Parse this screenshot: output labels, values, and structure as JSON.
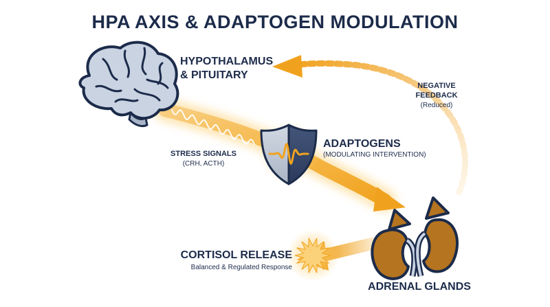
{
  "title": "HPA AXIS & ADAPTOGEN MODULATION",
  "nodes": {
    "hypothalamus": {
      "line1": "HYPOTHALAMUS",
      "line2": "& PITUITARY"
    },
    "adaptogens": {
      "name": "ADAPTOGENS",
      "sub": "(MODULATING INTERVENTION)"
    },
    "adrenal": {
      "name": "ADRENAL GLANDS"
    },
    "cortisol": {
      "name": "CORTISOL RELEASE",
      "sub": "Balanced & Regulated Response"
    }
  },
  "edges": {
    "stress": {
      "line1": "STRESS SIGNALS",
      "line2": "(CRH, ACTH)"
    },
    "feedback": {
      "line1": "NEGATIVE",
      "line2": "FEEDBACK",
      "sub": "(Reduced)"
    }
  },
  "colors": {
    "navy": "#1c2b4a",
    "accent": "#f0a21e",
    "accent_glow": "#fbd27a",
    "kidney": "#b5741f",
    "brain": "#c9d3e2"
  },
  "icons": [
    "brain-icon",
    "shield-waveform-icon",
    "kidney-icon",
    "starburst-icon"
  ]
}
